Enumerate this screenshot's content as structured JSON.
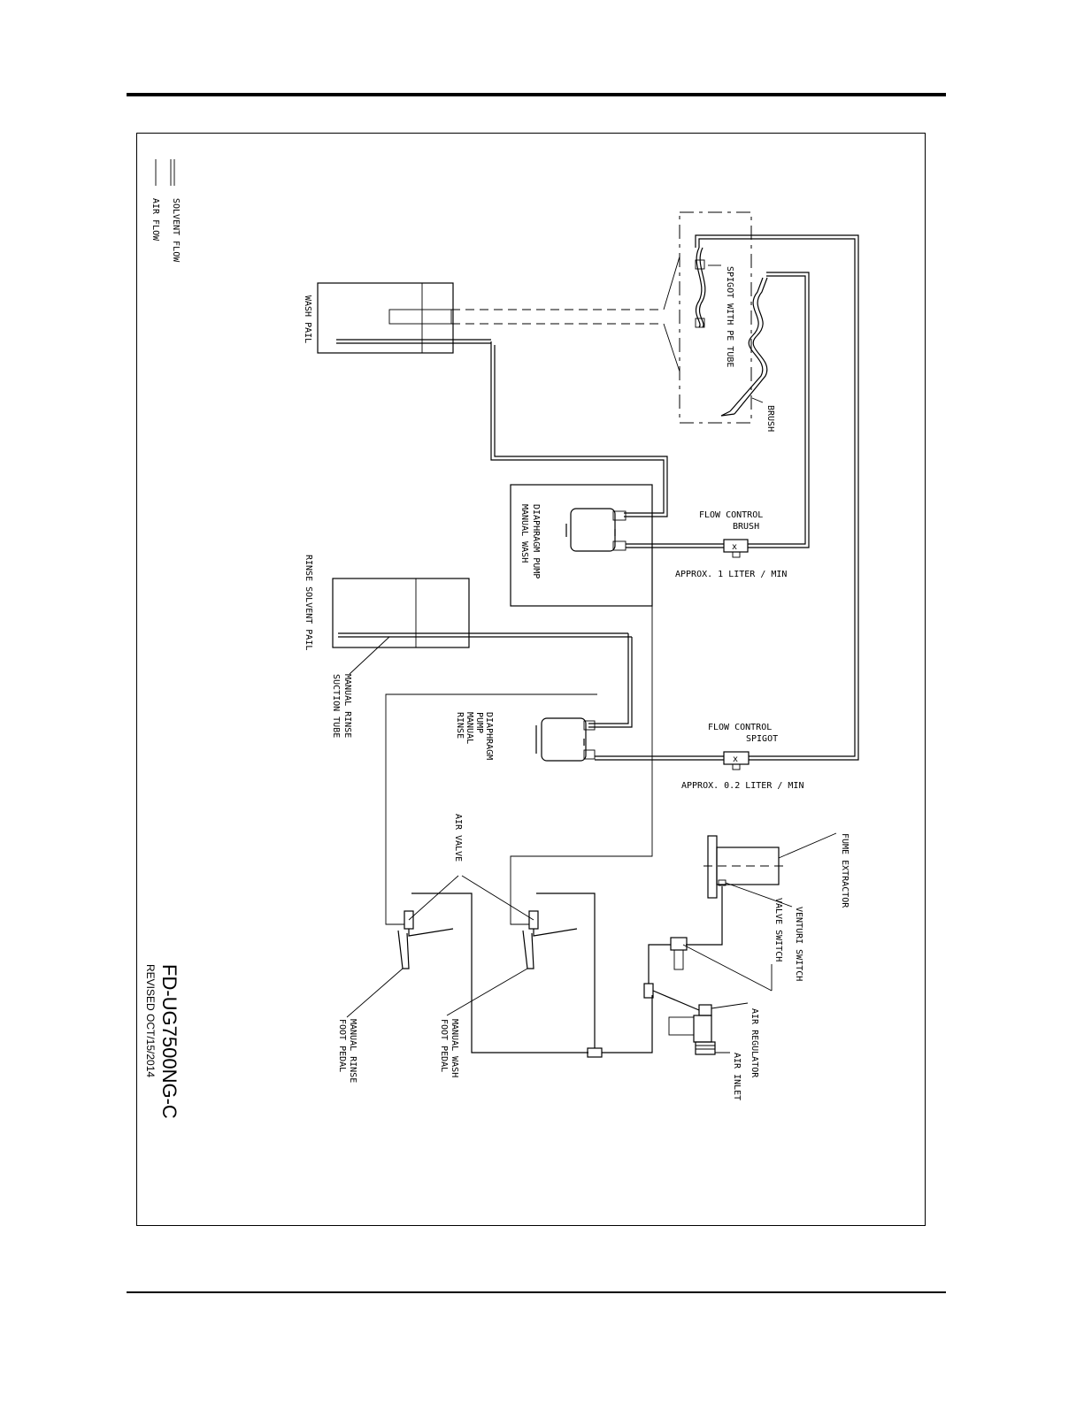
{
  "legend": {
    "solvent_flow": "SOLVENT FLOW",
    "air_flow": "AIR FLOW"
  },
  "labels": {
    "wash_pail": "WASH PAIL",
    "spigot_pe_tube": "SPIGOT WITH PE TUBE",
    "brush": "BRUSH",
    "diaphragm_pump_wash": [
      "DIAPHRAGM PUMP",
      "MANUAL WASH"
    ],
    "flow_control_brush": [
      "FLOW CONTROL",
      "BRUSH"
    ],
    "approx_brush": "APPROX. 1 LITER / MIN",
    "rinse_solvent_pail": "RINSE SOLVENT PAIL",
    "manual_rinse_suction_tube": [
      "MANUAL RINSE",
      "SUCTION TUBE"
    ],
    "diaphragm_pump_rinse": [
      "DIAPHRAGM",
      "PUMP",
      "MANUAL",
      "RINSE"
    ],
    "flow_control_spigot": [
      "FLOW CONTROL",
      "SPIGOT"
    ],
    "approx_spigot": "APPROX. 0.2 LITER / MIN",
    "air_valve": "AIR VALVE",
    "fume_extractor": "FUME EXTRACTOR",
    "venturi_switch": "VENTURI SWITCH",
    "valve_switch": "VALVE SWITCH",
    "air_regulator": "AIR REGULATOR",
    "air_inlet": "AIR INLET",
    "manual_wash_foot_pedal": [
      "MANUAL WASH",
      "FOOT PEDAL"
    ],
    "manual_rinse_foot_pedal": [
      "MANUAL RINSE",
      "FOOT PEDAL"
    ]
  },
  "title": {
    "model": "FD-UG7500NG-C",
    "revised": "REVISED OCT/15/2014"
  }
}
